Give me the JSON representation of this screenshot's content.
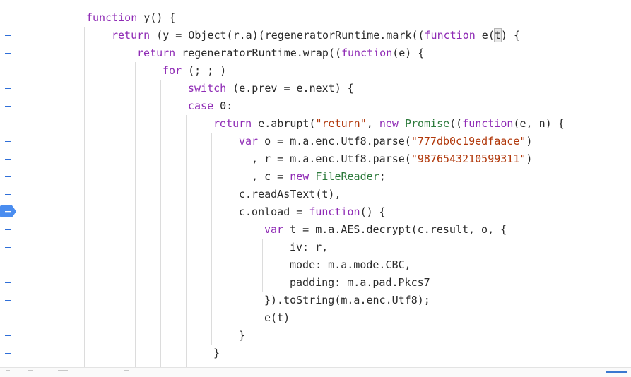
{
  "editor": {
    "language": "javascript",
    "breakpoint_line_index": 11,
    "colors": {
      "keyword": "#8f2bb5",
      "string": "#b1380b",
      "class": "#2c7a3b",
      "text": "#2a2a2a",
      "gutter_tick": "#2f6fd8",
      "breakpoint": "#4a8df0"
    },
    "top_partial": "}",
    "lines": [
      {
        "indent": 0,
        "tokens": [
          {
            "t": "kw",
            "v": "function"
          },
          {
            "t": "p",
            "v": " "
          },
          {
            "t": "fn",
            "v": "y"
          },
          {
            "t": "p",
            "v": "() {"
          }
        ]
      },
      {
        "indent": 1,
        "tokens": [
          {
            "t": "kw",
            "v": "return"
          },
          {
            "t": "p",
            "v": " (y = Object(r.a)(regeneratorRuntime.mark(("
          },
          {
            "t": "kw",
            "v": "function"
          },
          {
            "t": "p",
            "v": " e("
          },
          {
            "t": "pm",
            "v": "t"
          },
          {
            "t": "p",
            "v": ") {"
          }
        ]
      },
      {
        "indent": 2,
        "tokens": [
          {
            "t": "kw",
            "v": "return"
          },
          {
            "t": "p",
            "v": " regeneratorRuntime.wrap(("
          },
          {
            "t": "kw",
            "v": "function"
          },
          {
            "t": "p",
            "v": "(e) {"
          }
        ]
      },
      {
        "indent": 3,
        "tokens": [
          {
            "t": "kw",
            "v": "for"
          },
          {
            "t": "p",
            "v": " (; ; )"
          }
        ]
      },
      {
        "indent": 4,
        "tokens": [
          {
            "t": "kw",
            "v": "switch"
          },
          {
            "t": "p",
            "v": " (e.prev = e.next) {"
          }
        ]
      },
      {
        "indent": 4,
        "tokens": [
          {
            "t": "kw",
            "v": "case"
          },
          {
            "t": "p",
            "v": " "
          },
          {
            "t": "num",
            "v": "0"
          },
          {
            "t": "p",
            "v": ":"
          }
        ]
      },
      {
        "indent": 5,
        "tokens": [
          {
            "t": "kw",
            "v": "return"
          },
          {
            "t": "p",
            "v": " e.abrupt("
          },
          {
            "t": "str",
            "v": "\"return\""
          },
          {
            "t": "p",
            "v": ", "
          },
          {
            "t": "kw",
            "v": "new"
          },
          {
            "t": "p",
            "v": " "
          },
          {
            "t": "cls",
            "v": "Promise"
          },
          {
            "t": "p",
            "v": "(("
          },
          {
            "t": "kw",
            "v": "function"
          },
          {
            "t": "p",
            "v": "(e, n) {"
          }
        ]
      },
      {
        "indent": 6,
        "tokens": [
          {
            "t": "kw",
            "v": "var"
          },
          {
            "t": "p",
            "v": " o = m.a.enc.Utf8.parse("
          },
          {
            "t": "str",
            "v": "\"777db0c19edfaace\""
          },
          {
            "t": "p",
            "v": ")"
          }
        ]
      },
      {
        "indent": 6,
        "tokens": [
          {
            "t": "p",
            "v": "  , r = m.a.enc.Utf8.parse("
          },
          {
            "t": "str",
            "v": "\"9876543210599311\""
          },
          {
            "t": "p",
            "v": ")"
          }
        ]
      },
      {
        "indent": 6,
        "tokens": [
          {
            "t": "p",
            "v": "  , c = "
          },
          {
            "t": "kw",
            "v": "new"
          },
          {
            "t": "p",
            "v": " "
          },
          {
            "t": "cls",
            "v": "FileReader"
          },
          {
            "t": "p",
            "v": ";"
          }
        ]
      },
      {
        "indent": 6,
        "tokens": [
          {
            "t": "p",
            "v": "c.readAsText(t),"
          }
        ]
      },
      {
        "indent": 6,
        "tokens": [
          {
            "t": "p",
            "v": "c.onload = "
          },
          {
            "t": "kw",
            "v": "function"
          },
          {
            "t": "p",
            "v": "() {"
          }
        ]
      },
      {
        "indent": 7,
        "tokens": [
          {
            "t": "kw",
            "v": "var"
          },
          {
            "t": "p",
            "v": " t = m.a.AES.decrypt(c.result, o, {"
          }
        ]
      },
      {
        "indent": 8,
        "tokens": [
          {
            "t": "p",
            "v": "iv: r,"
          }
        ]
      },
      {
        "indent": 8,
        "tokens": [
          {
            "t": "p",
            "v": "mode: m.a.mode.CBC,"
          }
        ]
      },
      {
        "indent": 8,
        "tokens": [
          {
            "t": "p",
            "v": "padding: m.a.pad.Pkcs7"
          }
        ]
      },
      {
        "indent": 7,
        "tokens": [
          {
            "t": "p",
            "v": "}).toString(m.a.enc.Utf8);"
          }
        ]
      },
      {
        "indent": 7,
        "tokens": [
          {
            "t": "p",
            "v": "e(t)"
          }
        ]
      },
      {
        "indent": 6,
        "tokens": [
          {
            "t": "p",
            "v": "}"
          }
        ]
      },
      {
        "indent": 5,
        "tokens": [
          {
            "t": "p",
            "v": "}"
          }
        ]
      }
    ]
  }
}
